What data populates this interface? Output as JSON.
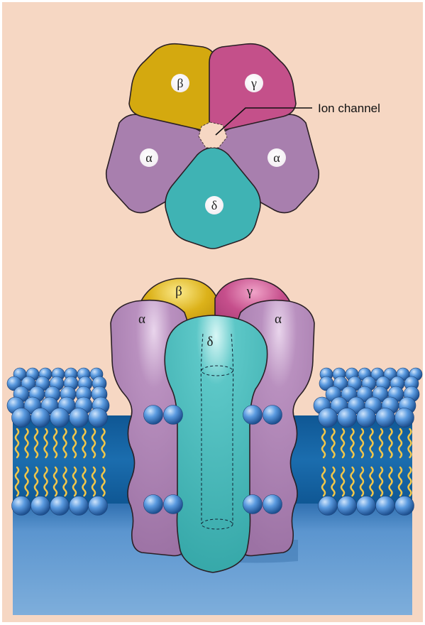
{
  "top_view": {
    "subunits": [
      {
        "id": "beta",
        "label": "β",
        "color": "#d4a90f"
      },
      {
        "id": "gamma",
        "label": "γ",
        "color": "#c4508a"
      },
      {
        "id": "alpha-left",
        "label": "α",
        "color": "#a87fae"
      },
      {
        "id": "alpha-right",
        "label": "α",
        "color": "#a87fae"
      },
      {
        "id": "delta",
        "label": "δ",
        "color": "#3fb3b4"
      }
    ],
    "callout": "Ion channel"
  },
  "side_view": {
    "subunits": [
      {
        "id": "beta",
        "label": "β"
      },
      {
        "id": "gamma",
        "label": "γ"
      },
      {
        "id": "alpha-left",
        "label": "α"
      },
      {
        "id": "alpha-right",
        "label": "α"
      },
      {
        "id": "delta",
        "label": "δ"
      }
    ]
  },
  "colors": {
    "background": "#f6d7c3",
    "membrane_core": "#1e6aa8",
    "lipid_head": "#3f86cf",
    "lipid_tail": "#f0c64a",
    "cytoplasm": "#6ea3d5",
    "outline": "#2a1f25"
  }
}
